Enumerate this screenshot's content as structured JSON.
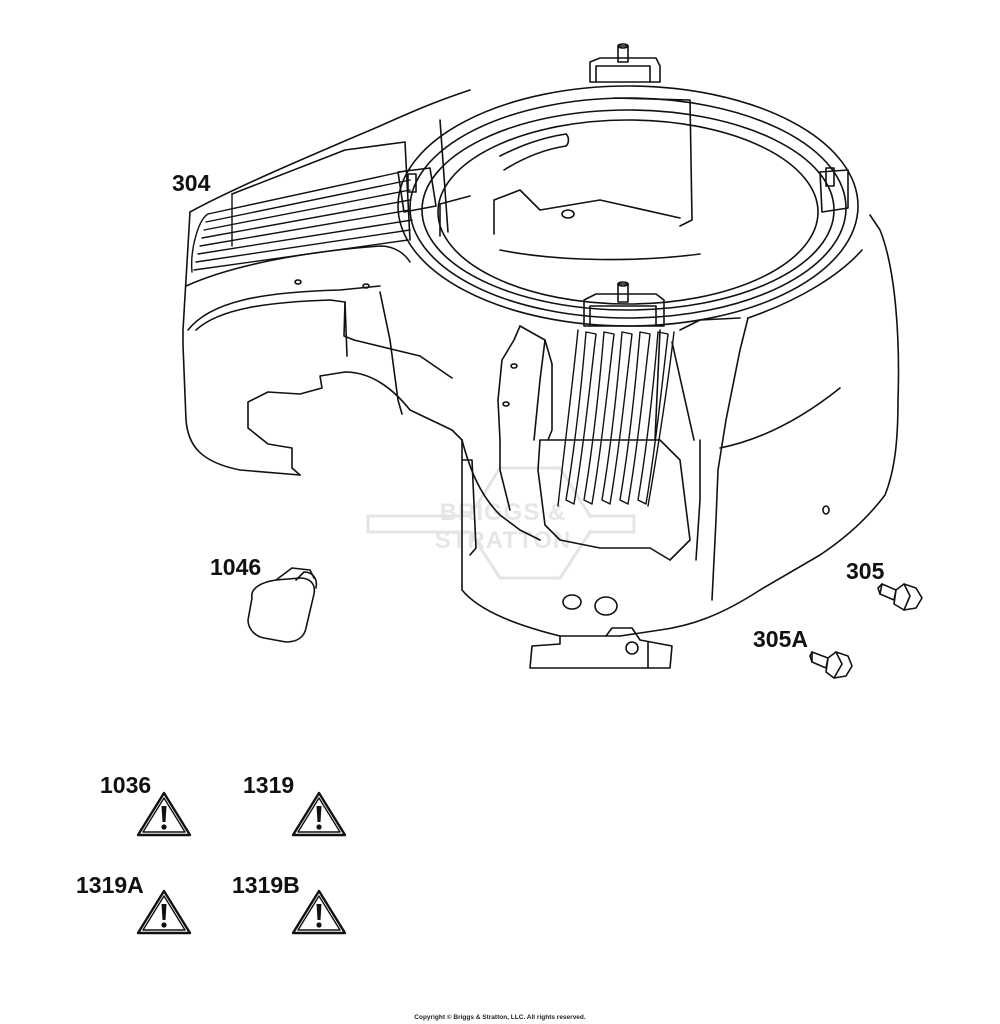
{
  "diagram": {
    "part_labels": {
      "blower_housing": "304",
      "cap": "1046",
      "screw_a": "305",
      "screw_b": "305A"
    },
    "warning_labels": {
      "w1": "1036",
      "w2": "1319",
      "w3": "1319A",
      "w4": "1319B"
    },
    "watermark": "BRIGGS & STRATTON",
    "copyright": "Copyright © Briggs & Stratton, LLC. All rights reserved."
  },
  "colors": {
    "line": "#111111",
    "watermark": "#e6e6e6",
    "background": "#ffffff"
  },
  "icons": [
    "warning-triangle-icon"
  ]
}
